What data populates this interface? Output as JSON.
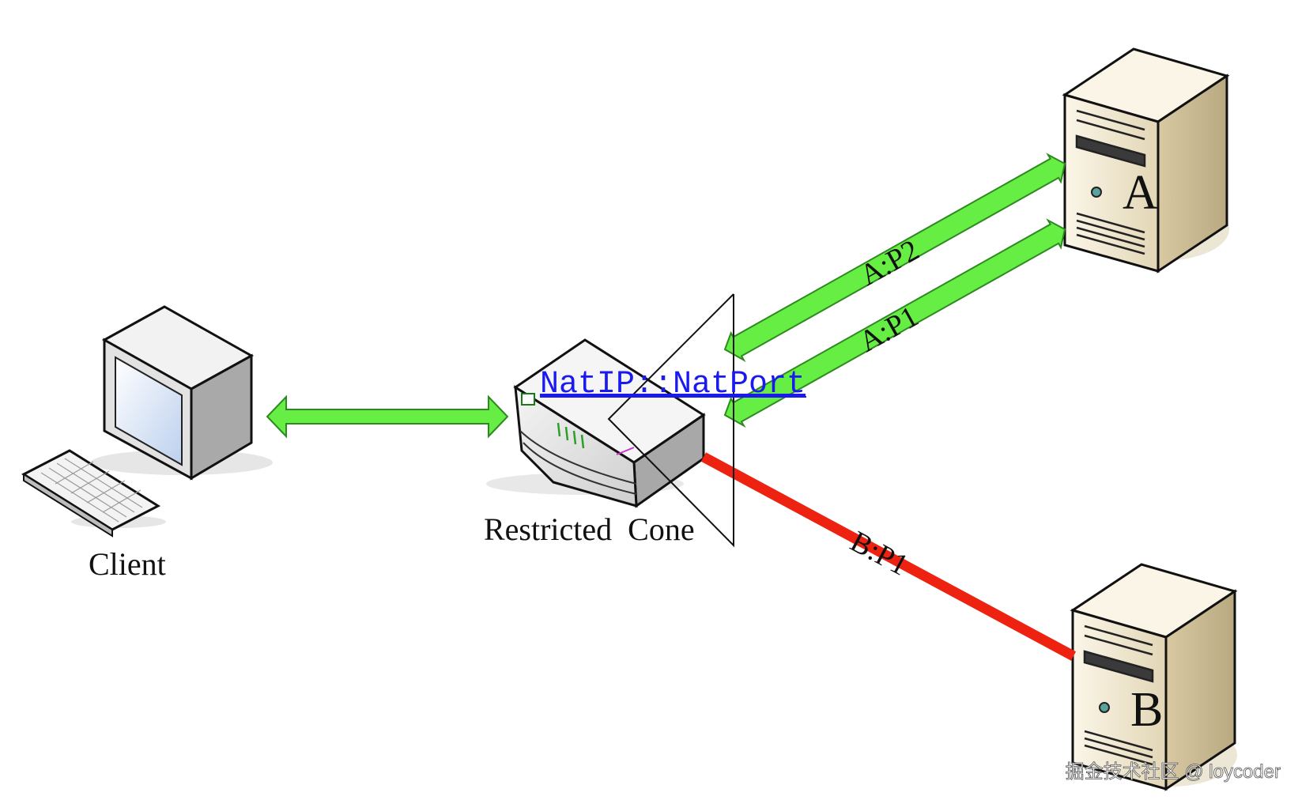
{
  "nodes": {
    "client_label": "Client",
    "nat_label": "Restricted  Cone",
    "nat_address": "NatIP::NatPort",
    "server_a_label": "A",
    "server_b_label": "B"
  },
  "links": {
    "a_p2": "A:P2",
    "a_p1": "A:P1",
    "b_p1": "B:P1"
  },
  "watermark": "掘金技术社区 @ loycoder",
  "colors": {
    "allowed_link": "#66ee44",
    "blocked_link": "#ee2211",
    "nat_address_link": "#1a1aee",
    "server_body": "#efe6cf"
  }
}
